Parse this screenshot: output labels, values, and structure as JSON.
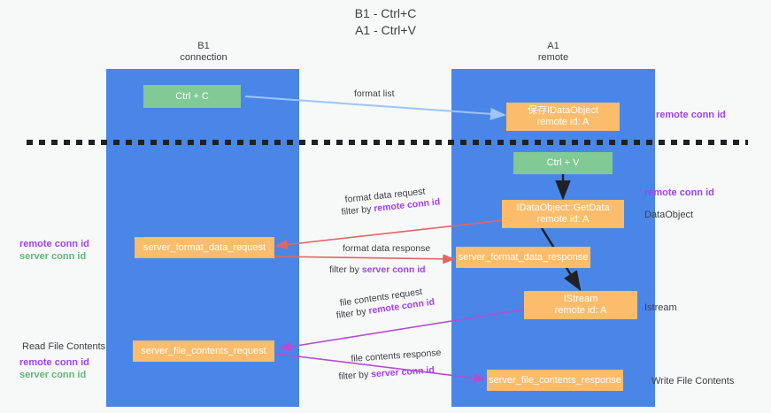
{
  "title": {
    "line1": "B1 - Ctrl+C",
    "line2": "A1 - Ctrl+V"
  },
  "lanes": [
    {
      "name": "B1",
      "sub": "connection"
    },
    {
      "name": "A1",
      "sub": "remote"
    }
  ],
  "boxes": {
    "ctrl_c": {
      "line1": "Ctrl + C"
    },
    "save_idataobject": {
      "line1": "保存IDataObject",
      "line2": "remote id: A"
    },
    "ctrl_v": {
      "line1": "Ctrl + V"
    },
    "getdata": {
      "line1": "IDataObject::GetData",
      "line2": "remote id: A"
    },
    "server_format_data_request": {
      "line1": "server_format_data_request"
    },
    "server_format_data_response": {
      "line1": "server_format_data_response"
    },
    "istream": {
      "line1": "IStream",
      "line2": "remote id: A"
    },
    "server_file_contents_request": {
      "line1": "server_file_contents_request"
    },
    "server_file_contents_response": {
      "line1": "server_file_contents_response"
    }
  },
  "edge_labels": {
    "format_list": "format list",
    "format_data_request": "format data request",
    "format_data_request_filter_prefix": "filter by ",
    "format_data_request_filter_key": "remote conn id",
    "format_data_response": "format data response",
    "format_data_response_filter_prefix": "filter by ",
    "format_data_response_filter_key": "server conn id",
    "file_contents_request": "file contents request",
    "file_contents_request_filter_prefix": "filter by ",
    "file_contents_request_filter_key": "remote conn id",
    "file_contents_response": "file contents response",
    "file_contents_response_filter_prefix": "filter by ",
    "file_contents_response_filter_key": "server conn id"
  },
  "annotations": {
    "right_remote_conn_id_top": "remote conn id",
    "right_remote_conn_id_mid": "remote conn id",
    "right_dataobject": "DataObject",
    "right_istream": "Istream",
    "right_write_file_contents": "Write File Contents",
    "left_remote_conn_id": "remote conn id",
    "left_server_conn_id": "server conn id",
    "left_read_file_contents": "Read File Contents",
    "left_remote_conn_id_2": "remote conn id",
    "left_server_conn_id_2": "server conn id"
  },
  "colors": {
    "lane": "#4a86e8",
    "green_box": "#81c995",
    "orange_box": "#fbbc6b",
    "purple_text": "#a142f4",
    "green_text": "#5fb878",
    "arrow_light_blue": "#9fc5f8",
    "arrow_red": "#e06666",
    "arrow_magenta": "#b24fd0",
    "arrow_black": "#202124",
    "divider": "#202124",
    "background": "#f7f8f8"
  }
}
